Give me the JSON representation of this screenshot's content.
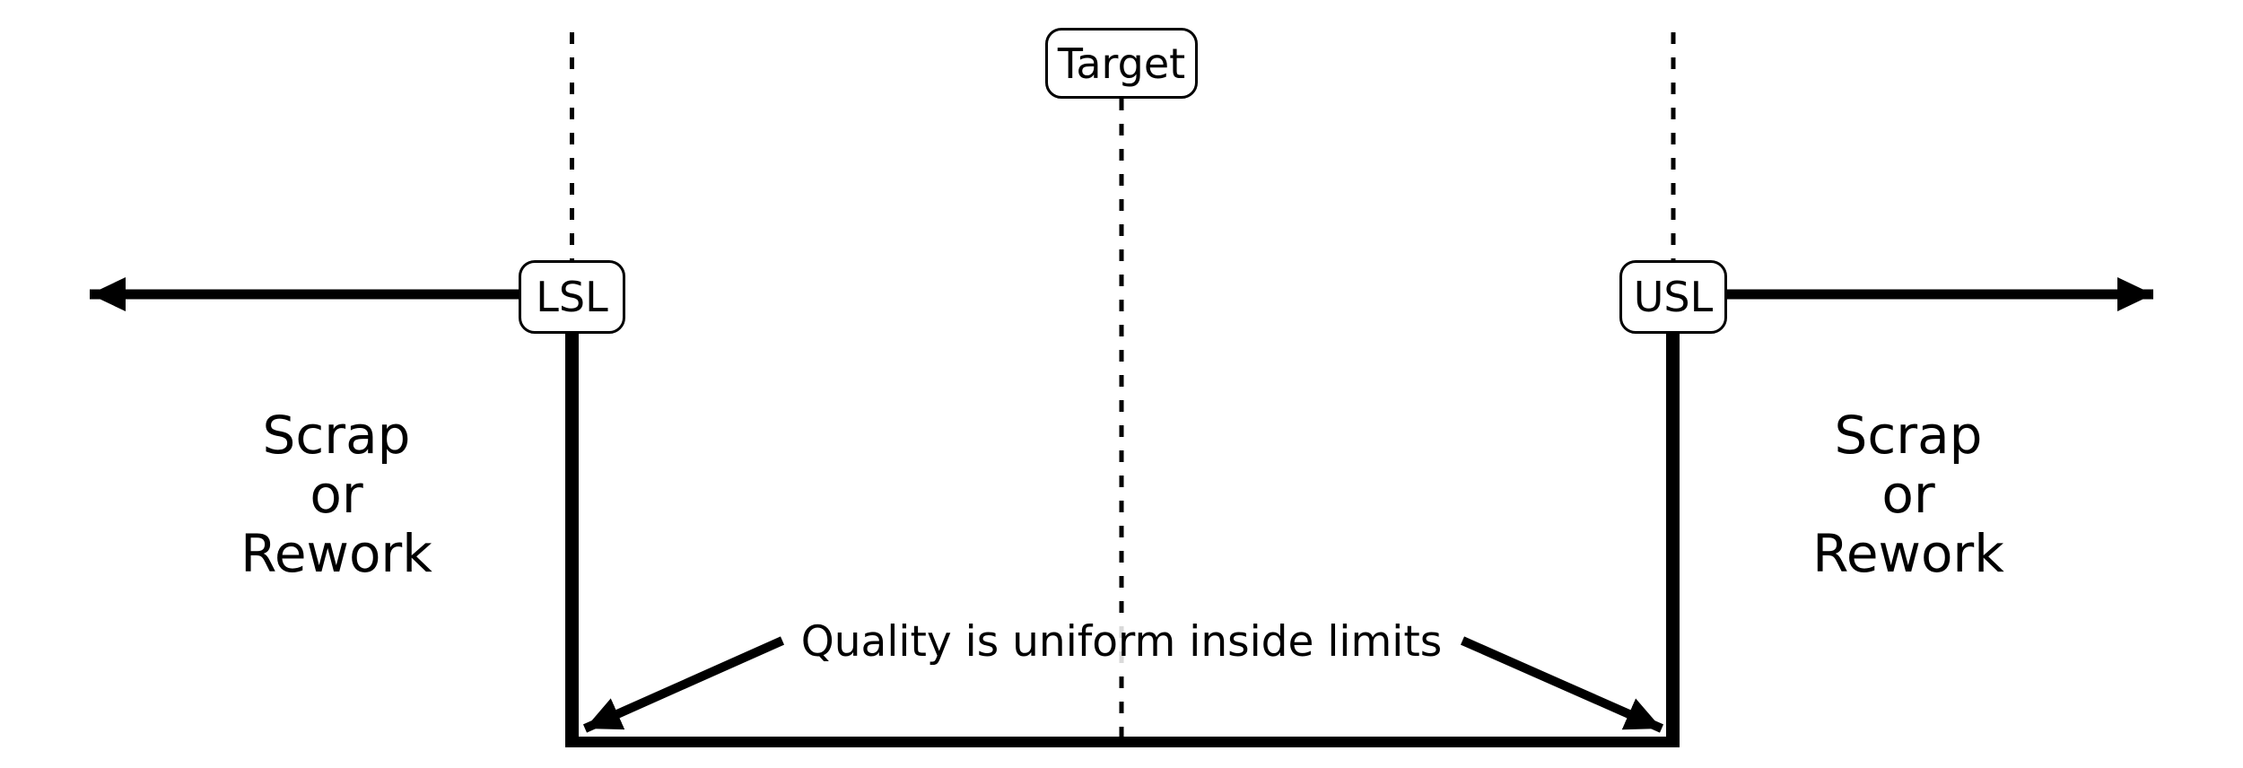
{
  "diagram": {
    "labels": {
      "target": "Target",
      "lsl": "LSL",
      "usl": "USL"
    },
    "left_region_text": "Scrap\nor\nRework",
    "right_region_text": "Scrap\nor\nRework",
    "annotation_text": "Quality is uniform inside limits",
    "colors": {
      "line": "#000000",
      "background": "#ffffff"
    }
  }
}
